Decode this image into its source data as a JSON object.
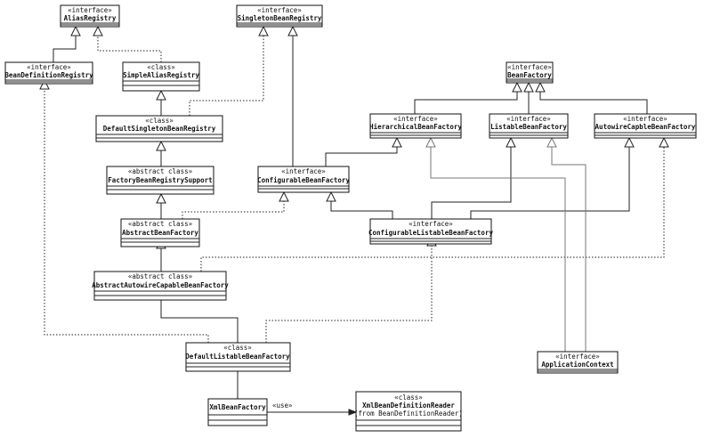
{
  "classes": [
    {
      "id": "alias-registry",
      "stereotype": "«interface»",
      "name": "AliasRegistry"
    },
    {
      "id": "singleton-bean-registry",
      "stereotype": "«interface»",
      "name": "SingletonBeanRegistry"
    },
    {
      "id": "bean-definition-registry",
      "stereotype": "«interface»",
      "name": "BeanDefinitionRegistry"
    },
    {
      "id": "simple-alias-registry",
      "stereotype": "«class»",
      "name": "SimpleAliasRegistry"
    },
    {
      "id": "bean-factory",
      "stereotype": "«interface»",
      "name": "BeanFactory"
    },
    {
      "id": "default-singleton-bean-registry",
      "stereotype": "«class»",
      "name": "DefaultSingletonBeanRegistry"
    },
    {
      "id": "hierarchical-bean-factory",
      "stereotype": "«interface»",
      "name": "HierarchicalBeanFactory"
    },
    {
      "id": "listable-bean-factory",
      "stereotype": "«interface»",
      "name": "ListableBeanFactory"
    },
    {
      "id": "autowire-capable-bean-factory",
      "stereotype": "«interface»",
      "name": "AutowireCapbleBeanFactory"
    },
    {
      "id": "factory-bean-registry-support",
      "stereotype": "«abstract class»",
      "name": "FactoryBeanRegistrySupport"
    },
    {
      "id": "configurable-bean-factory",
      "stereotype": "«interface»",
      "name": "ConfigurableBeanFactory"
    },
    {
      "id": "abstract-bean-factory",
      "stereotype": "«abstract class»",
      "name": "AbstractBeanFactory"
    },
    {
      "id": "configurable-listable-bean-factory",
      "stereotype": "«interface»",
      "name": "ConfigurableListableBeanFactory"
    },
    {
      "id": "abstract-autowire-capable-bean-factory",
      "stereotype": "«abstract class»",
      "name": "AbstractAutowireCapableBeanFactory"
    },
    {
      "id": "default-listable-bean-factory",
      "stereotype": "«class»",
      "name": "DefaultListableBeanFactory"
    },
    {
      "id": "application-context",
      "stereotype": "«interface»",
      "name": "ApplicationContext"
    },
    {
      "id": "xml-bean-factory",
      "stereotype": "",
      "name": "XmlBeanFactory"
    },
    {
      "id": "xml-bean-definition-reader",
      "stereotype": "«class»",
      "name": "XmlBeanDefinitionReader",
      "extra": "(from BeanDefinitionReader)"
    }
  ],
  "relations": [
    {
      "from": "bean-definition-registry",
      "to": "alias-registry",
      "kind": "extends"
    },
    {
      "from": "simple-alias-registry",
      "to": "alias-registry",
      "kind": "implements"
    },
    {
      "from": "default-singleton-bean-registry",
      "to": "simple-alias-registry",
      "kind": "extends"
    },
    {
      "from": "default-singleton-bean-registry",
      "to": "singleton-bean-registry",
      "kind": "implements"
    },
    {
      "from": "factory-bean-registry-support",
      "to": "default-singleton-bean-registry",
      "kind": "extends"
    },
    {
      "from": "abstract-bean-factory",
      "to": "factory-bean-registry-support",
      "kind": "extends"
    },
    {
      "from": "abstract-bean-factory",
      "to": "configurable-bean-factory",
      "kind": "implements"
    },
    {
      "from": "configurable-bean-factory",
      "to": "singleton-bean-registry",
      "kind": "extends"
    },
    {
      "from": "configurable-bean-factory",
      "to": "hierarchical-bean-factory",
      "kind": "extends"
    },
    {
      "from": "hierarchical-bean-factory",
      "to": "bean-factory",
      "kind": "extends"
    },
    {
      "from": "listable-bean-factory",
      "to": "bean-factory",
      "kind": "extends"
    },
    {
      "from": "autowire-capable-bean-factory",
      "to": "bean-factory",
      "kind": "extends"
    },
    {
      "from": "configurable-listable-bean-factory",
      "to": "configurable-bean-factory",
      "kind": "extends"
    },
    {
      "from": "configurable-listable-bean-factory",
      "to": "listable-bean-factory",
      "kind": "extends"
    },
    {
      "from": "configurable-listable-bean-factory",
      "to": "autowire-capable-bean-factory",
      "kind": "extends"
    },
    {
      "from": "abstract-autowire-capable-bean-factory",
      "to": "abstract-bean-factory",
      "kind": "extends"
    },
    {
      "from": "abstract-autowire-capable-bean-factory",
      "to": "autowire-capable-bean-factory",
      "kind": "implements"
    },
    {
      "from": "default-listable-bean-factory",
      "to": "abstract-autowire-capable-bean-factory",
      "kind": "extends"
    },
    {
      "from": "default-listable-bean-factory",
      "to": "bean-definition-registry",
      "kind": "implements"
    },
    {
      "from": "default-listable-bean-factory",
      "to": "configurable-listable-bean-factory",
      "kind": "implements"
    },
    {
      "from": "application-context",
      "to": "hierarchical-bean-factory",
      "kind": "extends"
    },
    {
      "from": "application-context",
      "to": "listable-bean-factory",
      "kind": "extends"
    },
    {
      "from": "xml-bean-factory",
      "to": "default-listable-bean-factory",
      "kind": "extends"
    },
    {
      "from": "xml-bean-factory",
      "to": "xml-bean-definition-reader",
      "kind": "use",
      "label": "«use»"
    }
  ],
  "use_label": "«use»"
}
